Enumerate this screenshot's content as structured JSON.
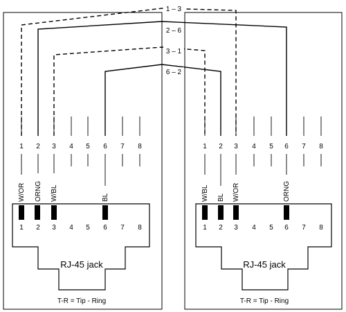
{
  "pairs": [
    "1 – 3",
    "2 – 6",
    "3 – 1",
    "6 – 2"
  ],
  "left": {
    "pin_numbers_top": [
      "1",
      "2",
      "3",
      "4",
      "5",
      "6",
      "7",
      "8"
    ],
    "wire_labels": [
      "W/OR",
      "ORNG",
      "W/BL",
      "BL"
    ],
    "jack_pins": [
      "1",
      "2",
      "3",
      "4",
      "5",
      "6",
      "7",
      "8"
    ],
    "jack_title": "RJ-45 jack",
    "footnote": "T-R = Tip - Ring"
  },
  "right": {
    "pin_numbers_top": [
      "1",
      "2",
      "3",
      "4",
      "5",
      "6",
      "7",
      "8"
    ],
    "wire_labels": [
      "W/BL",
      "BL",
      "W/OR",
      "ORNG"
    ],
    "jack_pins": [
      "1",
      "2",
      "3",
      "4",
      "5",
      "6",
      "7",
      "8"
    ],
    "jack_title": "RJ-45 jack",
    "footnote": "T-R = Tip - Ring"
  },
  "colors": {
    "ink": "#000000",
    "background": "#ffffff"
  }
}
